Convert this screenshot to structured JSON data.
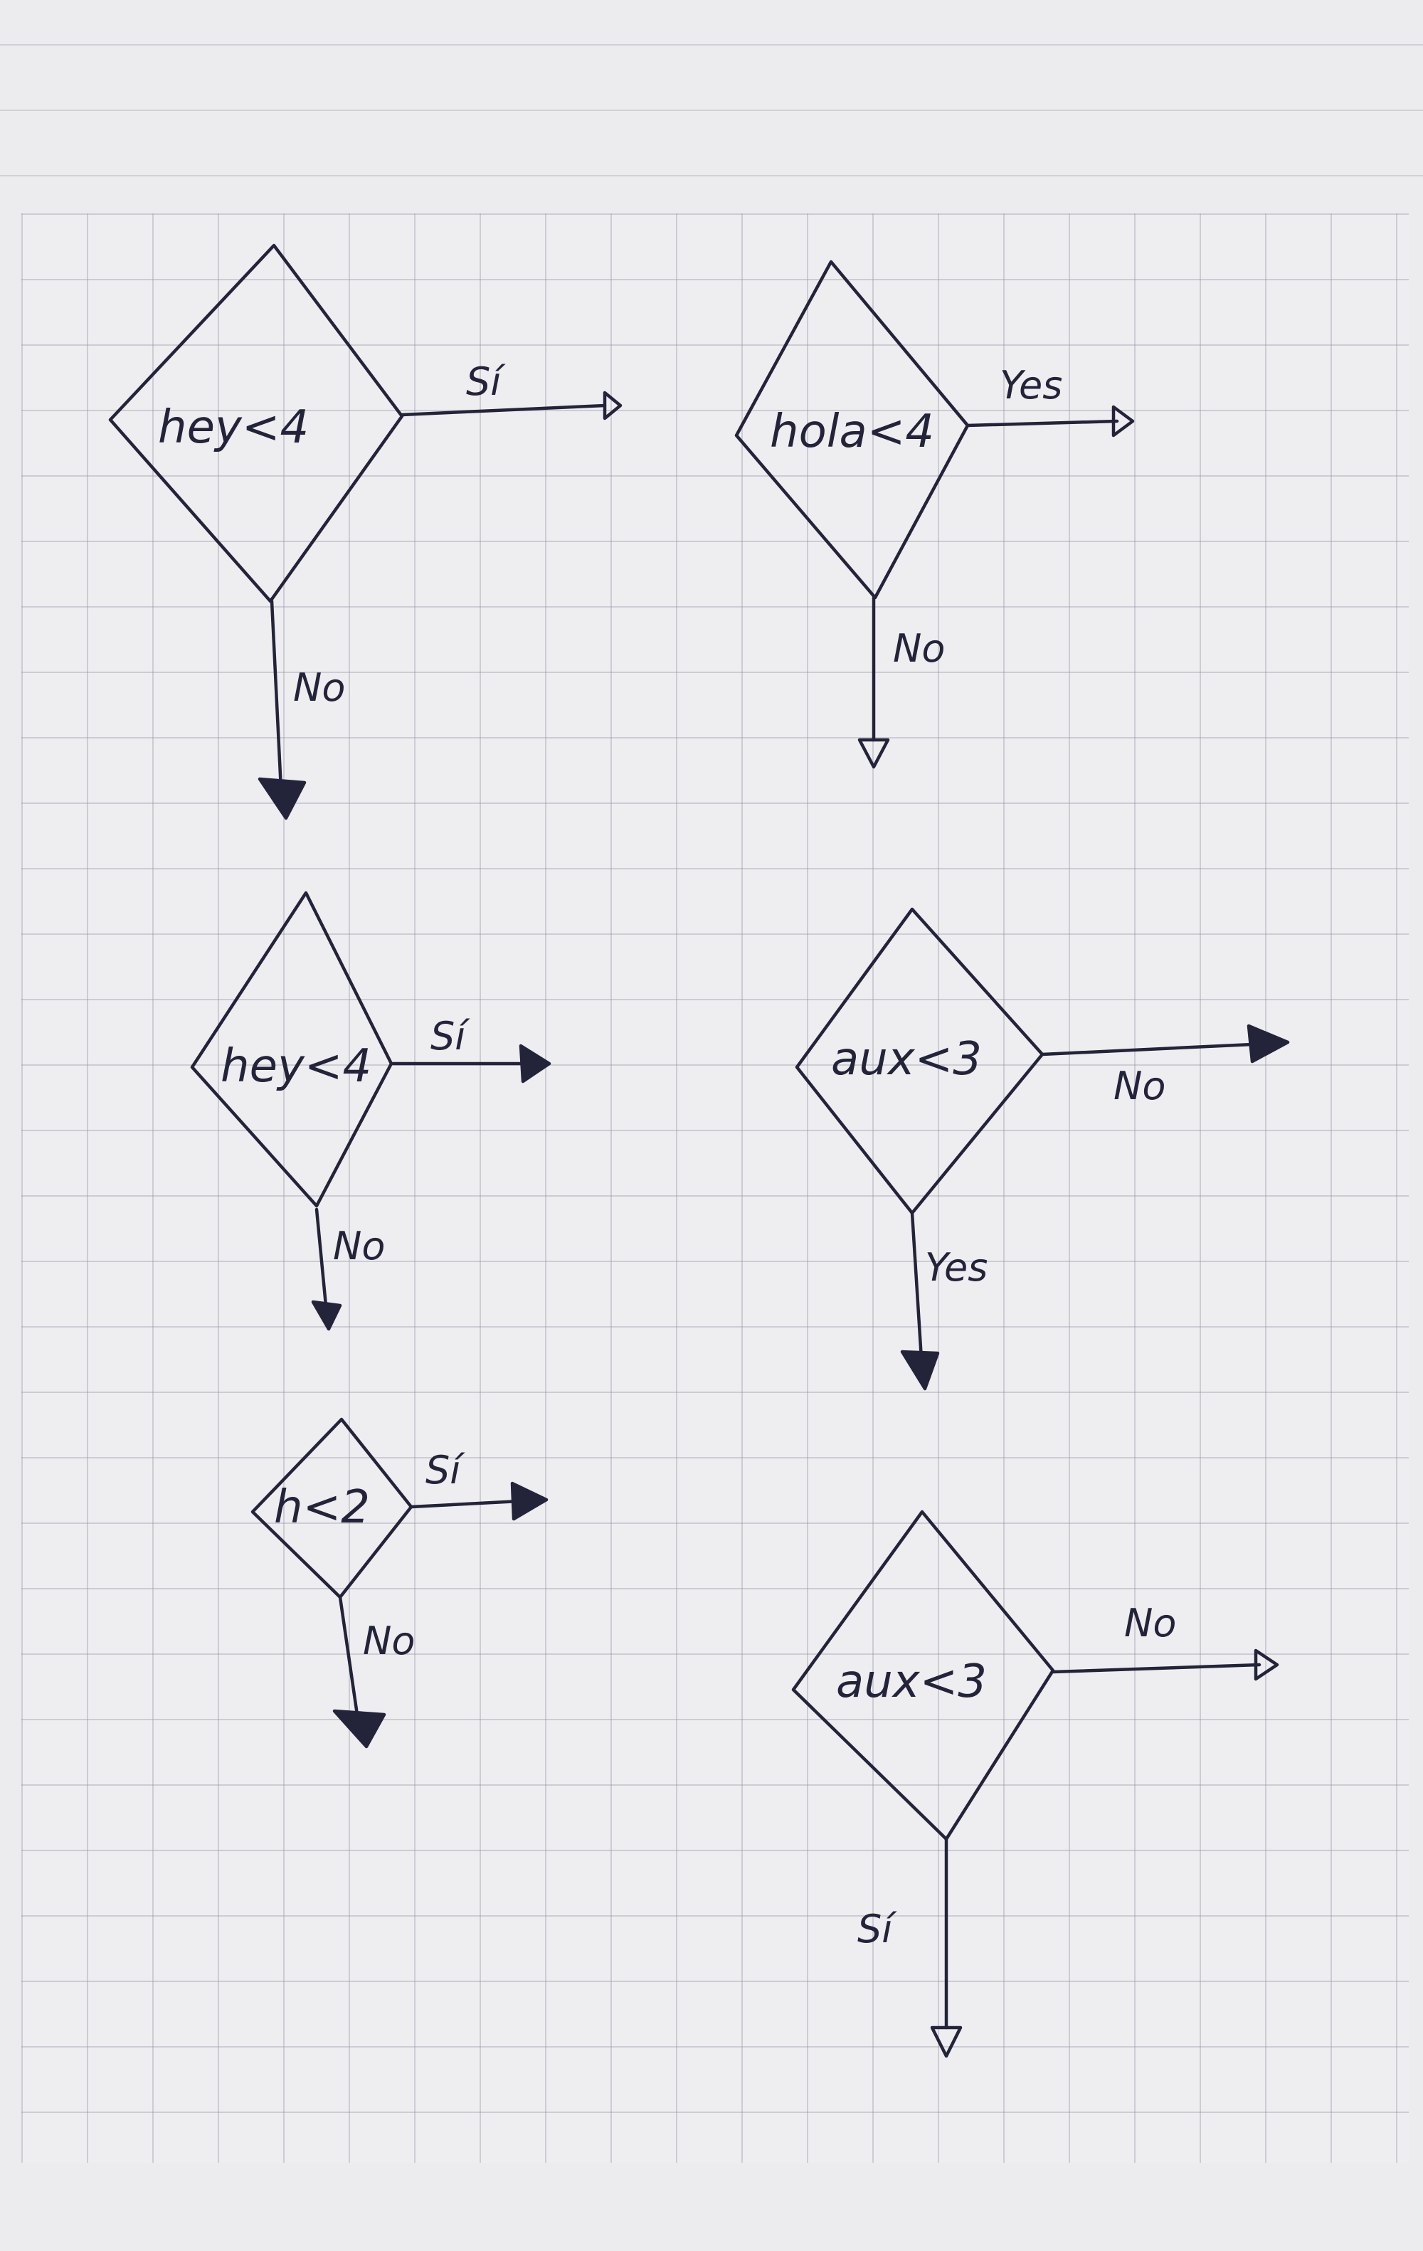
{
  "diagrams": [
    {
      "condition": "hey<4",
      "right_label": "Sí",
      "down_label": "No",
      "right_head": "open",
      "down_head": "solid"
    },
    {
      "condition": "hola<4",
      "right_label": "Yes",
      "down_label": "No",
      "right_head": "open",
      "down_head": "open"
    },
    {
      "condition": "hey<4",
      "right_label": "Sí",
      "down_label": "No",
      "right_head": "solid",
      "down_head": "solid"
    },
    {
      "condition": "aux<3",
      "right_label": "No",
      "down_label": "Yes",
      "right_head": "solid",
      "down_head": "solid"
    },
    {
      "condition": "h<2",
      "right_label": "Sí",
      "down_label": "No",
      "right_head": "solid",
      "down_head": "solid"
    },
    {
      "condition": "aux<3",
      "right_label": "No",
      "down_label": "Sí",
      "right_head": "open",
      "down_head": "open"
    }
  ]
}
